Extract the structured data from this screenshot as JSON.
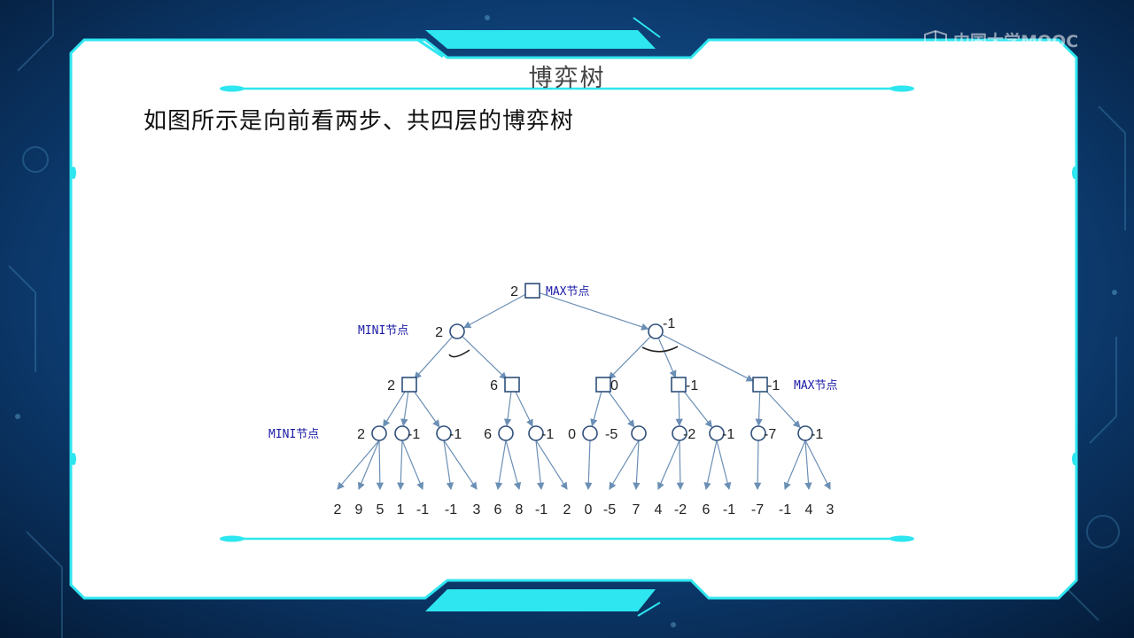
{
  "watermark": {
    "text": "中国大学MOOC"
  },
  "slide": {
    "title": "博弈树",
    "subtitle": "如图所示是向前看两步、共四层的博弈树"
  },
  "tree": {
    "labels": {
      "max_top": "MAX节点",
      "mini_level1": "MINI节点",
      "max_level2": "MAX节点",
      "mini_level3": "MINI节点"
    },
    "root": {
      "value": "2",
      "shape": "square"
    },
    "level1": [
      {
        "value": "2",
        "shape": "circle"
      },
      {
        "value": "-1",
        "shape": "circle"
      }
    ],
    "level2": [
      {
        "value": "2",
        "shape": "square",
        "parent": 0
      },
      {
        "value": "6",
        "shape": "square",
        "parent": 0
      },
      {
        "value": "0",
        "shape": "square",
        "parent": 1
      },
      {
        "value": "-1",
        "shape": "square",
        "parent": 1
      },
      {
        "value": "-1",
        "shape": "square",
        "parent": 1
      }
    ],
    "level3": [
      {
        "value": "2",
        "shape": "circle",
        "parent": 0
      },
      {
        "value": "-1",
        "shape": "circle",
        "parent": 0
      },
      {
        "value": "-1",
        "shape": "circle",
        "parent": 0
      },
      {
        "value": "6",
        "shape": "circle",
        "parent": 1
      },
      {
        "value": "-1",
        "shape": "circle",
        "parent": 1
      },
      {
        "value": "0",
        "shape": "circle",
        "parent": 2
      },
      {
        "value": "-5",
        "shape": "circle",
        "parent": 2
      },
      {
        "value": "-2",
        "shape": "circle",
        "parent": 3
      },
      {
        "value": "-1",
        "shape": "circle",
        "parent": 3
      },
      {
        "value": "-7",
        "shape": "circle",
        "parent": 4
      },
      {
        "value": "-1",
        "shape": "circle",
        "parent": 4
      }
    ],
    "leaves": [
      {
        "value": "2",
        "parent": 0
      },
      {
        "value": "9",
        "parent": 0
      },
      {
        "value": "5",
        "parent": 0
      },
      {
        "value": "1",
        "parent": 1
      },
      {
        "value": "-1",
        "parent": 1
      },
      {
        "value": "-1",
        "parent": 2
      },
      {
        "value": "3",
        "parent": 2
      },
      {
        "value": "6",
        "parent": 3
      },
      {
        "value": "8",
        "parent": 3
      },
      {
        "value": "-1",
        "parent": 4
      },
      {
        "value": "2",
        "parent": 4
      },
      {
        "value": "0",
        "parent": 5
      },
      {
        "value": "-5",
        "parent": 6
      },
      {
        "value": "7",
        "parent": 6
      },
      {
        "value": "4",
        "parent": 7
      },
      {
        "value": "-2",
        "parent": 7
      },
      {
        "value": "6",
        "parent": 8
      },
      {
        "value": "-1",
        "parent": 8
      },
      {
        "value": "-7",
        "parent": 9
      },
      {
        "value": "-1",
        "parent": 10
      },
      {
        "value": "4",
        "parent": 10
      },
      {
        "value": "3",
        "parent": 10
      }
    ]
  },
  "colors": {
    "accent_cyan": "#2ee6f0",
    "panel": "#ffffff",
    "edge": "#6b8fb5",
    "node": "#2f4f7a",
    "label": "#1a1aa6"
  }
}
